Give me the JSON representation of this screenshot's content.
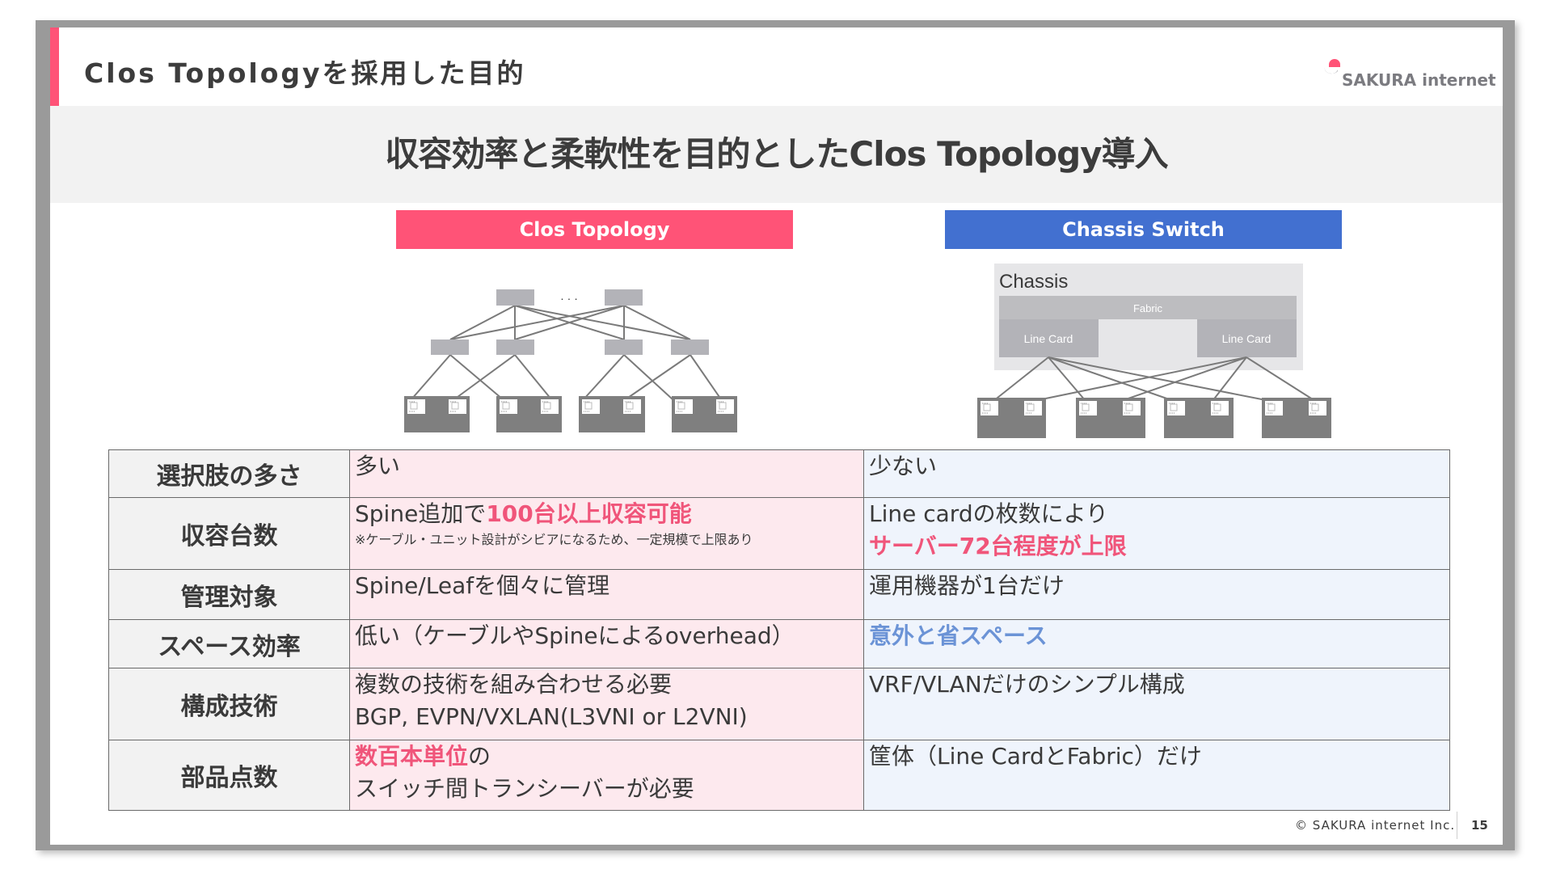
{
  "slide": {
    "title": "Clos Topologyを採用した目的",
    "headline": "収容効率と柔軟性を目的としたClos Topology導入",
    "logo_text": "SAKURA internet",
    "footer_copyright": "© SAKURA internet Inc.",
    "page_number": "15"
  },
  "colors": {
    "accent_pink": "#ff5377",
    "accent_blue": "#4270d0",
    "highlight_pink": "#f0557a",
    "highlight_blue": "#6b93d6"
  },
  "columns": {
    "clos": "Clos Topology",
    "chassis": "Chassis Switch"
  },
  "diagrams": {
    "clos": {
      "ellipsis": "· · ·"
    },
    "chassis": {
      "chassis_label": "Chassis",
      "fabric_label": "Fabric",
      "line_card_label": "Line Card"
    }
  },
  "table": {
    "rows": [
      {
        "label": "選択肢の多さ",
        "clos": [
          {
            "text": "多い"
          }
        ],
        "chassis": [
          {
            "text": "少ない"
          }
        ]
      },
      {
        "label": "収容台数",
        "clos_parts": {
          "prefix": "Spine追加で",
          "highlight": "100台以上収容可能",
          "note": "※ケーブル・ユニット設計がシビアになるため、一定規模で上限あり"
        },
        "chassis_parts": {
          "line1": "Line cardの枚数により",
          "highlight": "サーバー72台程度が上限"
        }
      },
      {
        "label": "管理対象",
        "clos": "Spine/Leafを個々に管理",
        "chassis": "運用機器が1台だけ"
      },
      {
        "label": "スペース効率",
        "clos": "低い（ケーブルやSpineによるoverhead）",
        "chassis_highlight": "意外と省スペース"
      },
      {
        "label": "構成技術",
        "clos_line1": "複数の技術を組み合わせる必要",
        "clos_line2": "BGP, EVPN/VXLAN(L3VNI or L2VNI)",
        "chassis": "VRF/VLANだけのシンプル構成"
      },
      {
        "label": "部品点数",
        "clos_highlight": "数百本単位",
        "clos_suffix": "の",
        "clos_line2": "スイッチ間トランシーバーが必要",
        "chassis": "筐体（Line CardとFabric）だけ"
      }
    ]
  }
}
